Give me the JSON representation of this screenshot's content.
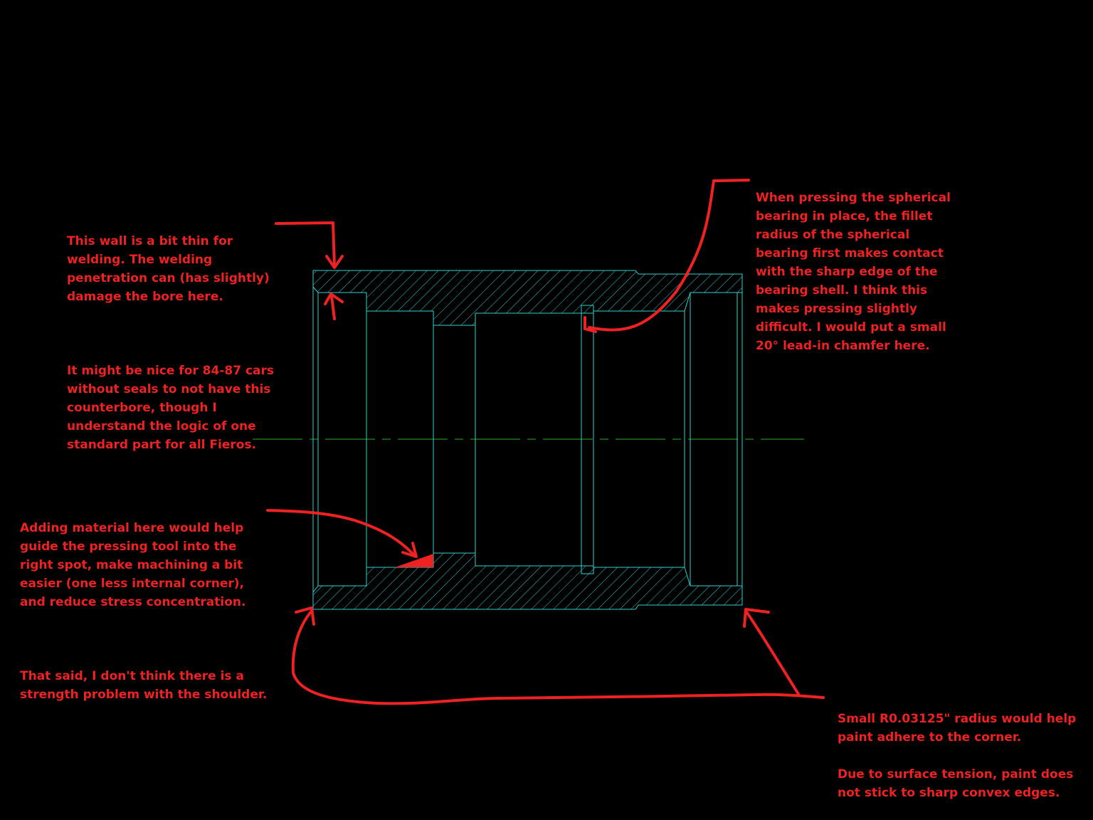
{
  "colors": {
    "background": "#000000",
    "part_outline": "#2fd0d0",
    "centerline": "#26b526",
    "annotation": "#ee2222"
  },
  "notes": {
    "wall": {
      "line1": "This wall is a bit thin for welding. The welding penetration can (has slightly) damage the bore here.",
      "line2": "It might be nice for 84-87 cars without seals to not have this counterbore, though I understand the logic of one standard part for all Fieros."
    },
    "chamfer": {
      "text": "When pressing the spherical bearing in place, the fillet radius of the spherical bearing first makes contact with the sharp edge of the bearing shell. I think this makes pressing slightly difficult. I would put a small 20° lead-in chamfer here."
    },
    "material": {
      "line1": "Adding material here would help guide the pressing tool into the right spot, make machining a bit easier (one less internal corner), and reduce stress concentration.",
      "line2": "That said, I don't think there is a strength problem with the shoulder."
    },
    "radius": {
      "line1": "Small R0.03125\" radius would help paint adhere to the corner.",
      "line2": "Due to surface tension, paint does not stick to sharp convex edges."
    }
  }
}
